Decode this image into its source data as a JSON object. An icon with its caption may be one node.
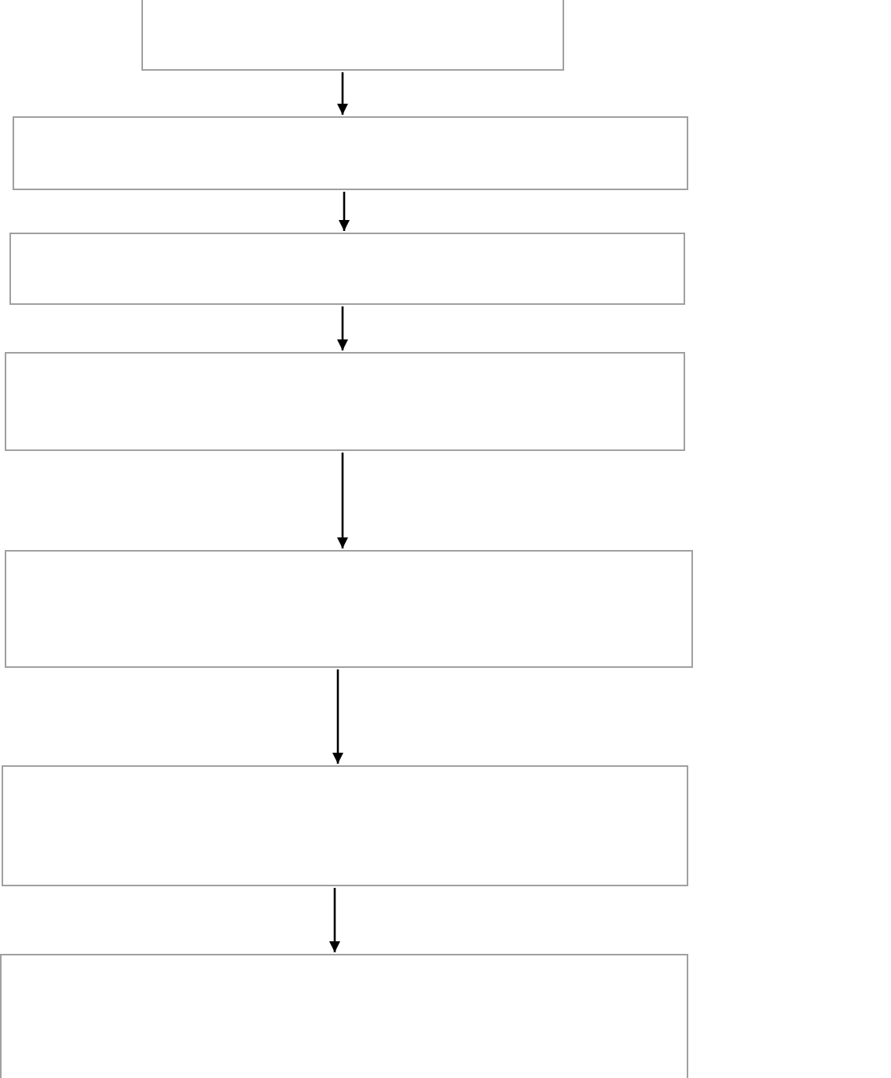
{
  "diagram": {
    "nodes": [
      {
        "text": [],
        "shape": "box"
      },
      {
        "text": [],
        "shape": "box"
      },
      {
        "text": [],
        "shape": "box"
      },
      {
        "text": [],
        "shape": "box"
      },
      {
        "text": [],
        "shape": "box"
      },
      {
        "text": [],
        "shape": "box"
      },
      {
        "text": [],
        "shape": "box"
      }
    ],
    "edges": [
      {
        "from": 0,
        "to": 1,
        "arrow": "to"
      },
      {
        "from": 1,
        "to": 2,
        "arrow": "to"
      },
      {
        "from": 2,
        "to": 3,
        "arrow": "to"
      },
      {
        "from": 3,
        "to": 4,
        "arrow": "to"
      },
      {
        "from": 4,
        "to": 5,
        "arrow": "to"
      },
      {
        "from": 5,
        "to": 6,
        "arrow": "to"
      }
    ]
  }
}
